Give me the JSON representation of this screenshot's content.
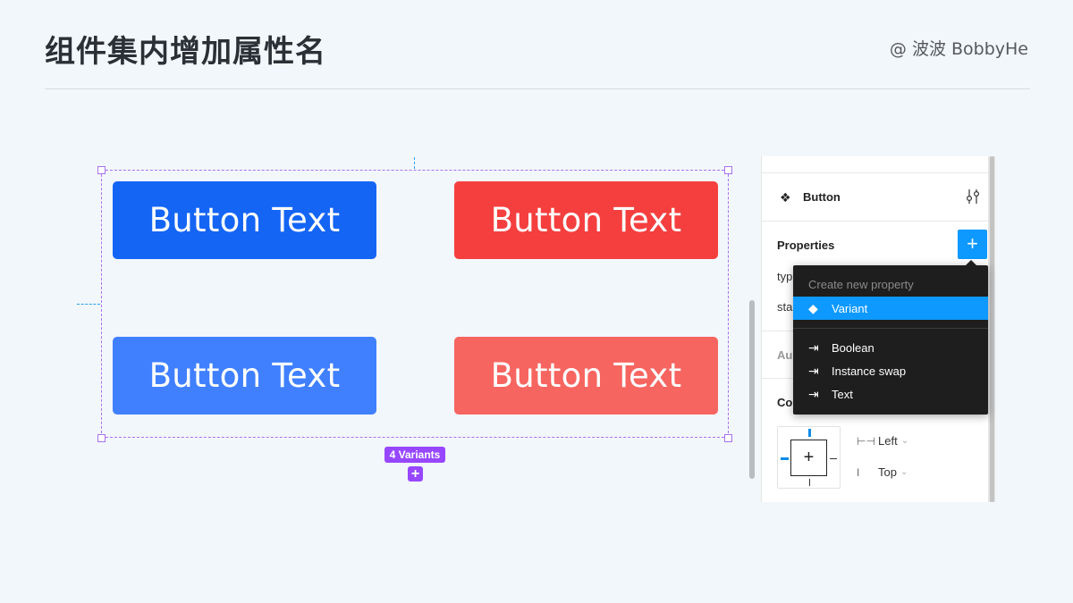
{
  "header": {
    "title": "组件集内增加属性名",
    "author": "@ 波波 BobbyHe"
  },
  "canvas": {
    "buttons": [
      {
        "label": "Button Text",
        "color": "#1565f5"
      },
      {
        "label": "Button Text",
        "color": "#f53f3f"
      },
      {
        "label": "Button Text",
        "color": "#4080ff"
      },
      {
        "label": "Button Text",
        "color": "#f76560"
      }
    ],
    "variants_badge": "4 Variants",
    "add_variant": "+"
  },
  "panel": {
    "component_name": "Button",
    "properties_label": "Properties",
    "add_property": "+",
    "property_rows": [
      "typ",
      "sta"
    ],
    "auto_label": "Au",
    "constraints_label": "Co",
    "horizontal_constraint": "Left",
    "vertical_constraint": "Top"
  },
  "dropdown": {
    "header": "Create new property",
    "items": [
      {
        "label": "Variant",
        "icon": "diamond-icon",
        "active": true
      },
      {
        "label": "Boolean",
        "icon": "property-icon",
        "active": false
      },
      {
        "label": "Instance swap",
        "icon": "property-icon",
        "active": false
      },
      {
        "label": "Text",
        "icon": "property-icon",
        "active": false
      }
    ]
  },
  "colors": {
    "accent": "#0d99ff",
    "variant_purple": "#9747ff",
    "selection": "#a970ee"
  }
}
